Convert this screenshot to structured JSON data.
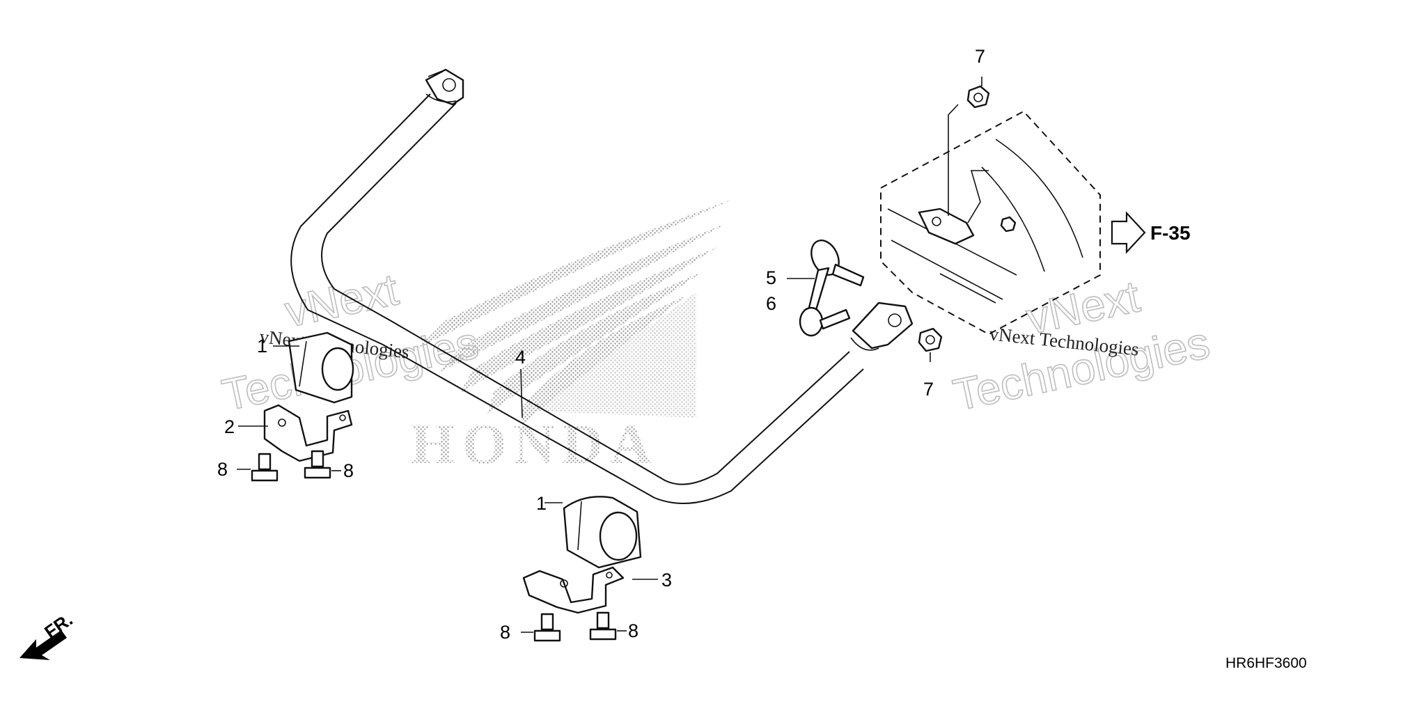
{
  "diagram": {
    "code": "HR6HF3600",
    "reference": "F-35",
    "front_marker": "FR.",
    "brand_mark": "HONDA",
    "watermark_lines": [
      "vNext",
      "Technologies",
      "vNext Technologies"
    ],
    "callouts": [
      {
        "num": "1"
      },
      {
        "num": "1"
      },
      {
        "num": "2"
      },
      {
        "num": "3"
      },
      {
        "num": "4"
      },
      {
        "num": "5"
      },
      {
        "num": "6"
      },
      {
        "num": "7"
      },
      {
        "num": "7"
      },
      {
        "num": "8"
      },
      {
        "num": "8"
      },
      {
        "num": "8"
      },
      {
        "num": "8"
      }
    ]
  }
}
